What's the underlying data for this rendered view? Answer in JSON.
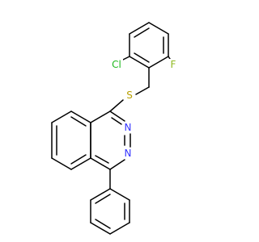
{
  "molecule": {
    "atoms": [
      {
        "id": "Cl",
        "label": "Cl",
        "color": "#1fb81f"
      },
      {
        "id": "F",
        "label": "F",
        "color": "#8fb91f"
      },
      {
        "id": "S",
        "label": "S",
        "color": "#b8a000"
      },
      {
        "id": "N1",
        "label": "N",
        "color": "#3333ff"
      },
      {
        "id": "N2",
        "label": "N",
        "color": "#3333ff"
      }
    ],
    "bond_color": "#000000"
  }
}
